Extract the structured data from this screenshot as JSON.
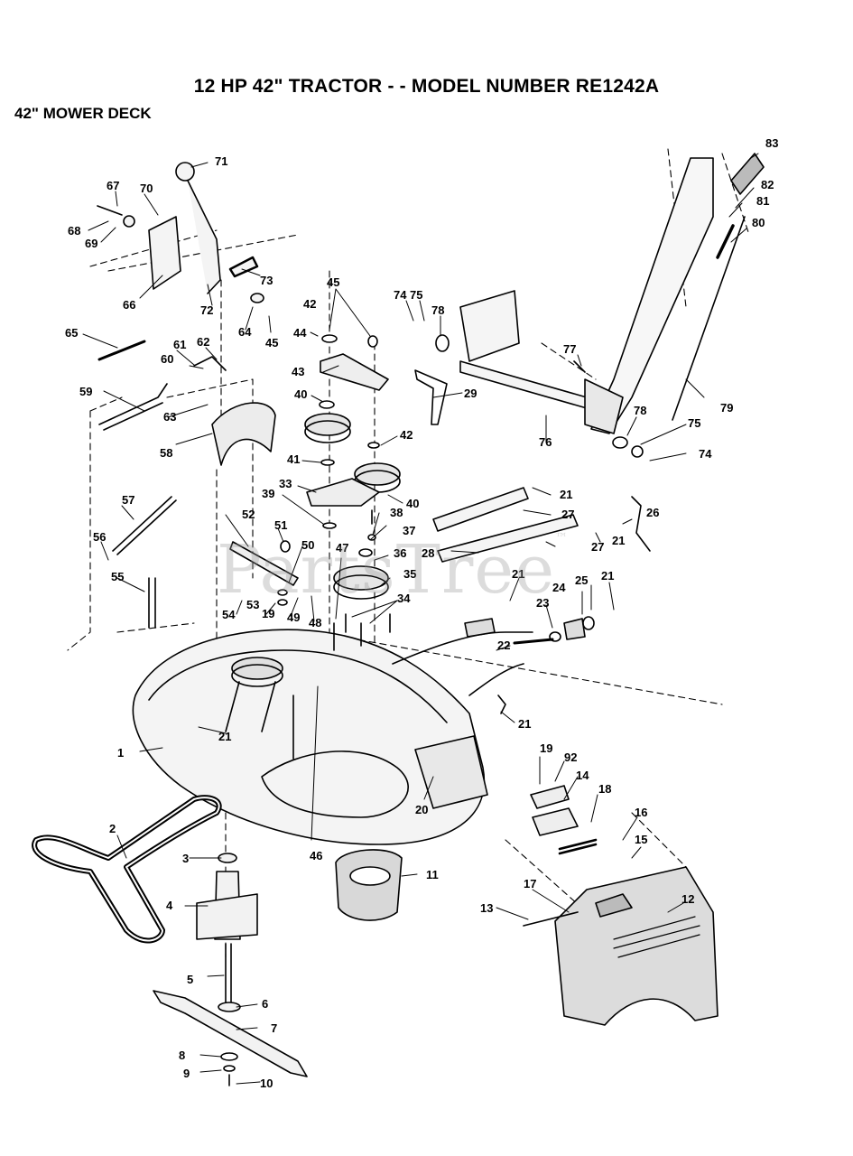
{
  "header": {
    "title": "12 HP 42\"   TRACTOR - - MODEL NUMBER RE1242A",
    "subtitle": "42\" MOWER DECK"
  },
  "watermark": {
    "text": "PartsTree",
    "mark": "™"
  },
  "callouts": {
    "c1": "1",
    "c2": "2",
    "c3": "3",
    "c4": "4",
    "c5": "5",
    "c6": "6",
    "c7": "7",
    "c8": "8",
    "c9": "9",
    "c10": "10",
    "c11": "11",
    "c12": "12",
    "c13": "13",
    "c14": "14",
    "c15": "15",
    "c16": "16",
    "c17": "17",
    "c18": "18",
    "c19a": "19",
    "c19b": "19",
    "c20": "20",
    "c21a": "21",
    "c21b": "21",
    "c21c": "21",
    "c21d": "21",
    "c21e": "21",
    "c21f": "21",
    "c22": "22",
    "c23": "23",
    "c24": "24",
    "c25": "25",
    "c26": "26",
    "c27a": "27",
    "c27b": "27",
    "c28": "28",
    "c29": "29",
    "c33": "33",
    "c34": "34",
    "c35": "35",
    "c36": "36",
    "c37": "37",
    "c38": "38",
    "c39": "39",
    "c40a": "40",
    "c40b": "40",
    "c41": "41",
    "c42a": "42",
    "c42b": "42",
    "c43": "43",
    "c44": "44",
    "c45a": "45",
    "c45b": "45",
    "c46": "46",
    "c47": "47",
    "c48": "48",
    "c49": "49",
    "c50": "50",
    "c51": "51",
    "c52": "52",
    "c53": "53",
    "c54": "54",
    "c55": "55",
    "c56": "56",
    "c57": "57",
    "c58": "58",
    "c59": "59",
    "c60": "60",
    "c61": "61",
    "c62": "62",
    "c63": "63",
    "c64": "64",
    "c65": "65",
    "c66": "66",
    "c67": "67",
    "c68": "68",
    "c69": "69",
    "c70": "70",
    "c71": "71",
    "c72": "72",
    "c73": "73",
    "c74a": "74",
    "c74b": "74",
    "c75a": "75",
    "c75b": "75",
    "c76": "76",
    "c77": "77",
    "c78a": "78",
    "c78b": "78",
    "c79": "79",
    "c80": "80",
    "c81": "81",
    "c82": "82",
    "c83": "83",
    "c92": "92"
  }
}
